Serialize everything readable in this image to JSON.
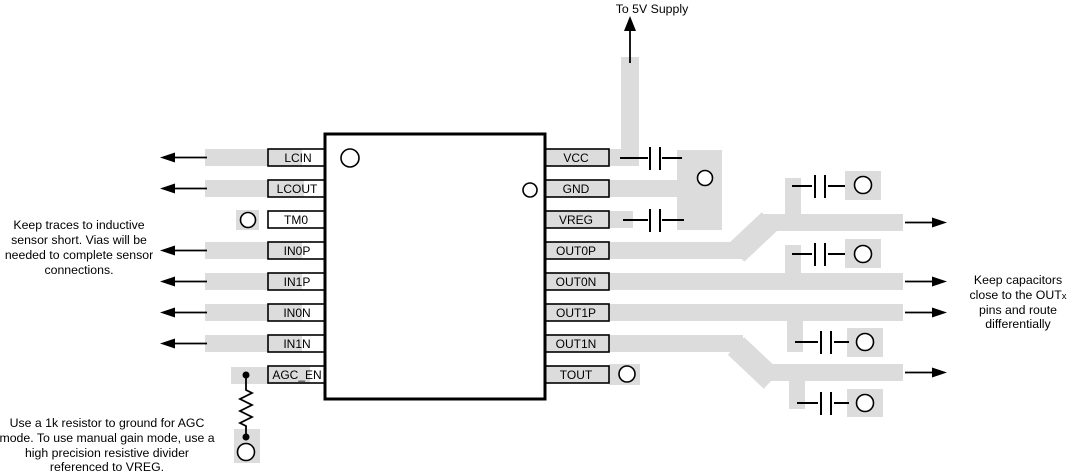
{
  "colors": {
    "trace": "#dcdcdc",
    "outline": "#000000",
    "background": "#ffffff"
  },
  "supply": {
    "label": "To 5V Supply"
  },
  "ic": {
    "left_pins": [
      "LCIN",
      "LCOUT",
      "TM0",
      "IN0P",
      "IN1P",
      "IN0N",
      "IN1N",
      "AGC_EN"
    ],
    "right_pins": [
      "VCC",
      "GND",
      "VREG",
      "OUT0P",
      "OUT0N",
      "OUT1P",
      "OUT1N",
      "TOUT"
    ]
  },
  "annotations": {
    "inductive_sensor": {
      "lines": [
        "Keep traces to inductive",
        "sensor short. Vias will be",
        "needed to complete sensor",
        "connections."
      ]
    },
    "agc_resistor": {
      "lines": [
        "Use a 1k resistor to ground for AGC",
        "mode. To use manual gain mode, use a",
        "high precision resistive divider",
        "referenced to VREG."
      ]
    },
    "output_caps": {
      "line1": "Keep capacitors",
      "line2_prefix": "close to the OUT",
      "line2_sub": "x",
      "line3": "pins and route",
      "line4": "differentially"
    }
  }
}
